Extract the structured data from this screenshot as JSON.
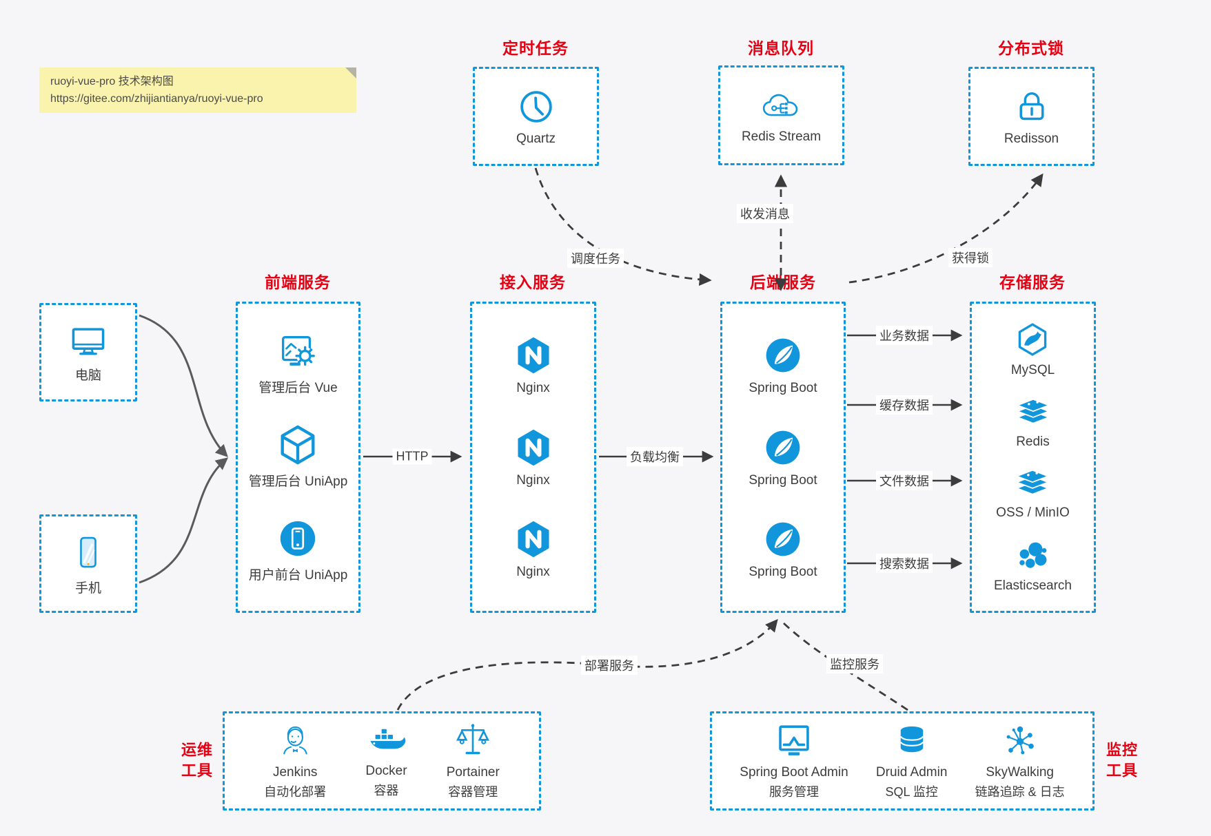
{
  "colors": {
    "accent": "#1296db",
    "heading_red": "#e60012",
    "line_dark": "#3c3c3c",
    "note_yellow": "#faf3ae"
  },
  "note": {
    "line1": "ruoyi-vue-pro 技术架构图",
    "line2": "https://gitee.com/zhijiantianya/ruoyi-vue-pro"
  },
  "top": {
    "scheduler": {
      "title": "定时任务",
      "label": "Quartz",
      "icon": "clock-icon"
    },
    "mq": {
      "title": "消息队列",
      "label": "Redis Stream",
      "icon": "cloud-mq-icon"
    },
    "lock": {
      "title": "分布式锁",
      "label": "Redisson",
      "icon": "lock-icon"
    }
  },
  "clients": {
    "pc": {
      "label": "电脑",
      "icon": "computer-icon"
    },
    "mobile": {
      "label": "手机",
      "icon": "phone-icon"
    }
  },
  "frontend": {
    "title": "前端服务",
    "items": [
      "管理后台 Vue",
      "管理后台 UniApp",
      "用户前台 UniApp"
    ]
  },
  "gateway": {
    "title": "接入服务",
    "items": [
      "Nginx",
      "Nginx",
      "Nginx"
    ]
  },
  "backend": {
    "title": "后端服务",
    "items": [
      "Spring Boot",
      "Spring Boot",
      "Spring Boot"
    ]
  },
  "storage": {
    "title": "存储服务",
    "items": [
      "MySQL",
      "Redis",
      "OSS / MinIO",
      "Elasticsearch"
    ]
  },
  "edges": {
    "schedule": "调度任务",
    "mq": "收发消息",
    "lock": "获得锁",
    "http": "HTTP",
    "lb": "负载均衡",
    "db": "业务数据",
    "cache": "缓存数据",
    "file": "文件数据",
    "search": "搜索数据",
    "deploy": "部署服务",
    "monitor": "监控服务"
  },
  "ops": {
    "title_line1": "运维",
    "title_line2": "工具",
    "items": [
      {
        "name": "Jenkins",
        "desc": "自动化部署"
      },
      {
        "name": "Docker",
        "desc": "容器"
      },
      {
        "name": "Portainer",
        "desc": "容器管理"
      }
    ]
  },
  "monitoring": {
    "title_line1": "监控",
    "title_line2": "工具",
    "items": [
      {
        "name": "Spring Boot Admin",
        "desc": "服务管理"
      },
      {
        "name": "Druid Admin",
        "desc": "SQL 监控"
      },
      {
        "name": "SkyWalking",
        "desc": "链路追踪 & 日志"
      }
    ]
  }
}
